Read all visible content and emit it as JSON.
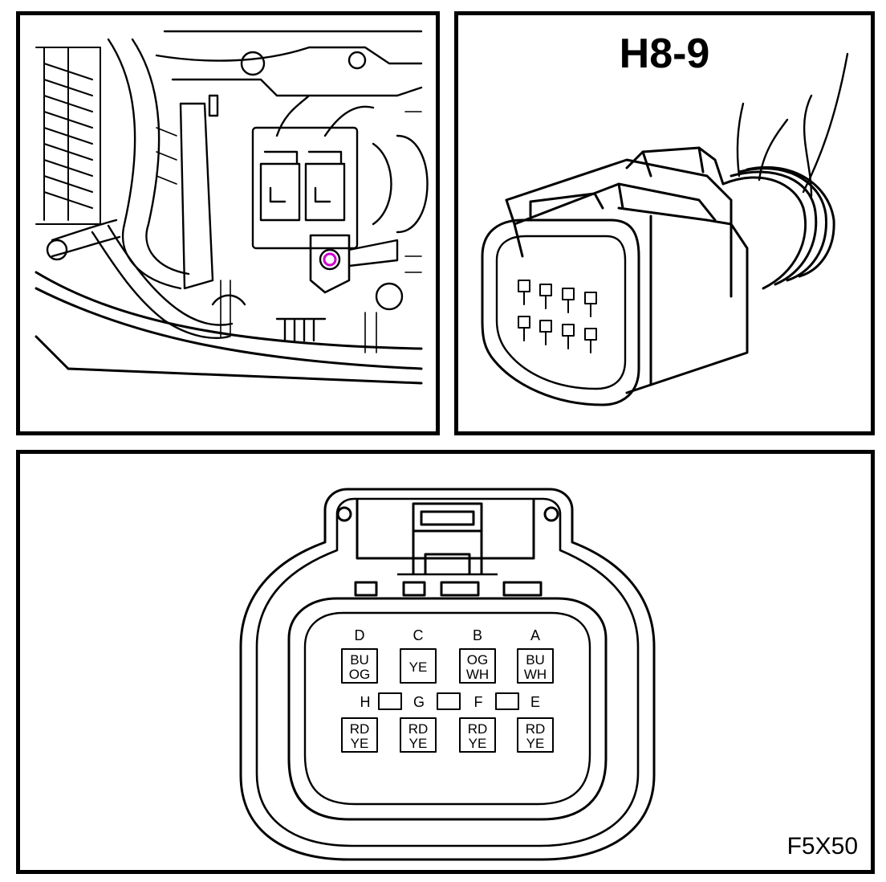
{
  "connector": {
    "id": "H8-9",
    "figure_code": "F5X50"
  },
  "pins_top": [
    {
      "letter": "D",
      "colors": [
        "BU",
        "OG"
      ]
    },
    {
      "letter": "C",
      "colors": [
        "YE"
      ]
    },
    {
      "letter": "B",
      "colors": [
        "OG",
        "WH"
      ]
    },
    {
      "letter": "A",
      "colors": [
        "BU",
        "WH"
      ]
    }
  ],
  "pins_bottom": [
    {
      "letter": "H",
      "colors": [
        "RD",
        "YE"
      ]
    },
    {
      "letter": "G",
      "colors": [
        "RD",
        "YE"
      ]
    },
    {
      "letter": "F",
      "colors": [
        "RD",
        "YE"
      ]
    },
    {
      "letter": "E",
      "colors": [
        "RD",
        "YE"
      ]
    }
  ],
  "colors": {
    "line": "#000000",
    "location_marker": "#cc00cc"
  }
}
